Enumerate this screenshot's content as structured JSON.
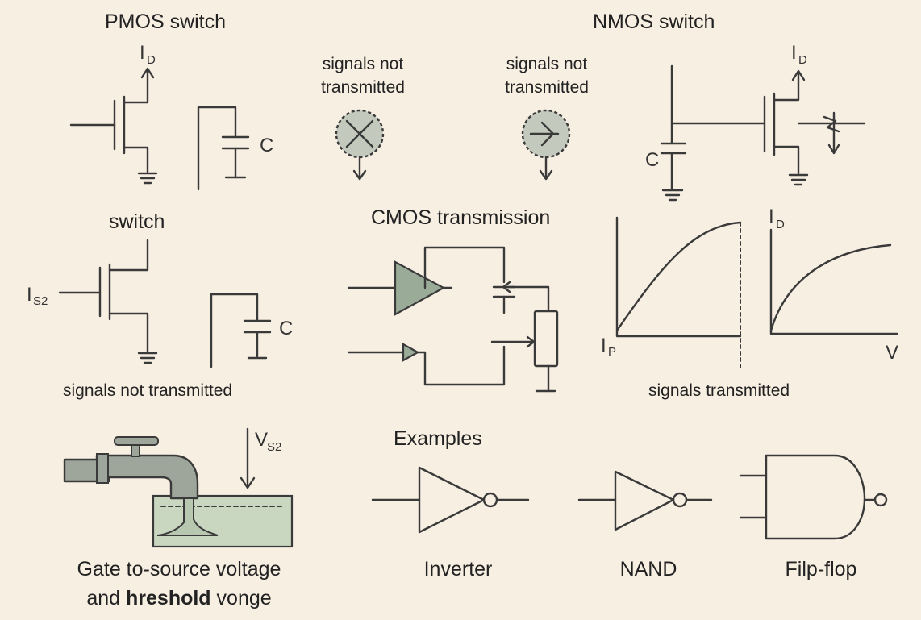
{
  "titles": {
    "pmos": "PMOS switch",
    "nmos": "NMOS switch",
    "switch": "switch",
    "cmos": "CMOS transmission",
    "examples": "Examples"
  },
  "captions": {
    "not_transmitted_1": [
      "signals not",
      "transmitted"
    ],
    "not_transmitted_2": [
      "signals not",
      "transmitted"
    ],
    "not_transmitted_3": "signals not transmitted",
    "transmitted": "signals transmitted",
    "gate_voltage_line1": "Gate to-source voltage",
    "gate_voltage_line2_pre": "and ",
    "gate_voltage_line2_bold": "hreshold",
    "gate_voltage_line2_post": " vonge"
  },
  "symbols": {
    "id_main": "I",
    "id_sub": "D",
    "c": "C",
    "is2_main": "I",
    "is2_sub": "S2",
    "vs2_main": "V",
    "vs2_sub": "S2",
    "ip_main": "I",
    "ip_sub": "P",
    "v_axis": "V"
  },
  "examples": [
    "Inverter",
    "NAND",
    "Filp-flop"
  ],
  "colors": {
    "background": "#f8efe3",
    "ink": "#3a3a3a",
    "green_fill": "#9aac98",
    "water": "#c9d6c0",
    "faucet": "#9ea59a"
  }
}
